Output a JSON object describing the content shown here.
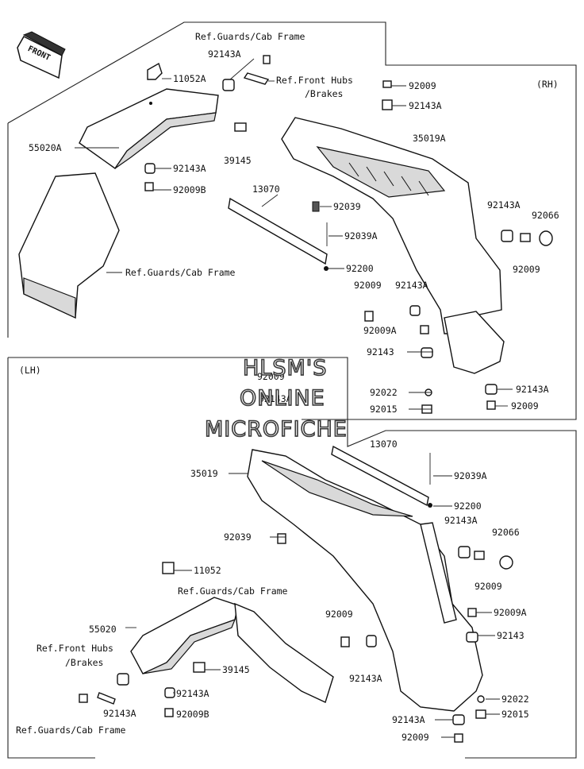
{
  "diagram": {
    "sections": {
      "rh": "(RH)",
      "lh": "(LH)"
    },
    "front_arrow": "FRONT",
    "watermark": [
      "HLSM'S",
      "ONLINE",
      "MICROFICHE"
    ],
    "labels": {
      "rh_ref_guards_top": "Ref.Guards/Cab Frame",
      "rh_92143A_top": "92143A",
      "rh_11052A": "11052A",
      "rh_ref_front_hubs_1": "Ref.Front Hubs",
      "rh_ref_front_hubs_2": "/Brakes",
      "rh_92009_top": "92009",
      "rh_92143A_right_top": "92143A",
      "rh_55020A": "55020A",
      "rh_35019A": "35019A",
      "rh_39145": "39145",
      "rh_92143A_mid": "92143A",
      "rh_92009B": "92009B",
      "rh_13070": "13070",
      "rh_92039": "92039",
      "rh_92143A_r1": "92143A",
      "rh_92066": "92066",
      "rh_92039A": "92039A",
      "rh_92009_r1": "92009",
      "rh_ref_guards_left": "Ref.Guards/Cab Frame",
      "rh_92200": "92200",
      "rh_92009_b": "92009",
      "rh_92143A_b": "92143A",
      "rh_92009A": "92009A",
      "rh_92143": "92143",
      "rh_92022": "92022",
      "rh_92143A_low": "92143A",
      "rh_92015": "92015",
      "rh_92009_low": "92009",
      "lh_92009_partial": "92009",
      "lh_92143A_partial": "92143A",
      "lh_13070": "13070",
      "lh_35019": "35019",
      "lh_92039A": "92039A",
      "lh_92200": "92200",
      "lh_92143A_r": "92143A",
      "lh_92066": "92066",
      "lh_92039": "92039",
      "lh_11052": "11052",
      "lh_92009_r": "92009",
      "lh_ref_guards_mid": "Ref.Guards/Cab Frame",
      "lh_92009A": "92009A",
      "lh_92009_l": "92009",
      "lh_92143": "92143",
      "lh_55020": "55020",
      "lh_ref_front_hubs_1": "Ref.Front Hubs",
      "lh_ref_front_hubs_2": "/Brakes",
      "lh_39145": "39145",
      "lh_92143A_l": "92143A",
      "lh_92143A_c": "92143A",
      "lh_92022": "92022",
      "lh_92143A_low_left": "92143A",
      "lh_92009B": "92009B",
      "lh_92143A_bottom": "92143A",
      "lh_92015": "92015",
      "lh_ref_guards_bottom": "Ref.Guards/Cab Frame",
      "lh_92009_bottom": "92009"
    }
  }
}
